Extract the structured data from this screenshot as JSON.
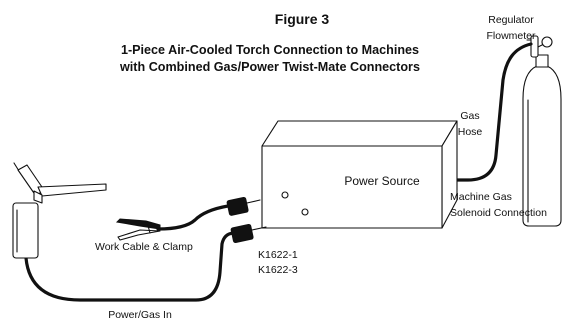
{
  "figure": {
    "title": "Figure 3",
    "subtitle_line1": "1-Piece Air-Cooled Torch Connection to Machines",
    "subtitle_line2": "with Combined Gas/Power Twist-Mate Connectors"
  },
  "labels": {
    "regulator": "Regulator",
    "flowmeter": "Flowmeter",
    "gas": "Gas",
    "hose": "Hose",
    "power_source": "Power Source",
    "machine_gas": "Machine Gas",
    "solenoid_connection": "Solenoid Connection",
    "work_cable_clamp": "Work Cable & Clamp",
    "part_1": "K1622-1",
    "part_2": "K1622-3",
    "power_gas_in": "Power/Gas In"
  }
}
